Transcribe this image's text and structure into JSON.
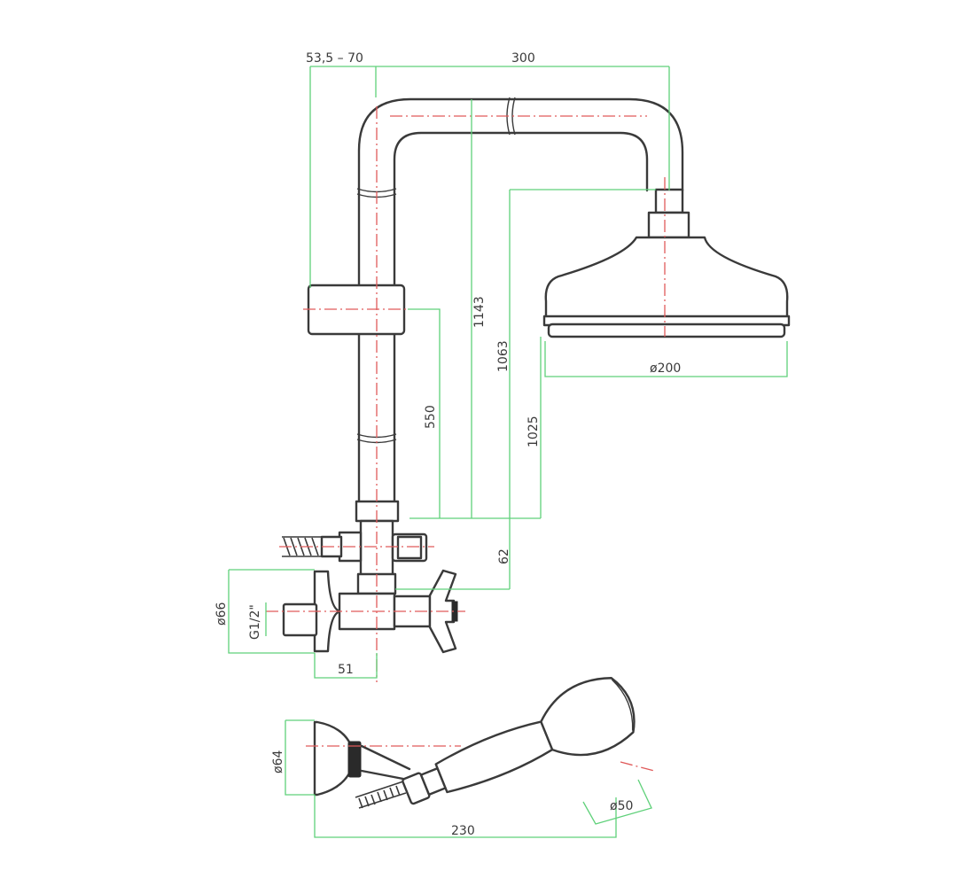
{
  "colors": {
    "dimension_lines": "#5fd17a",
    "center_lines": "#e05a5a",
    "outline": "#3a3a3a"
  },
  "dimensions": {
    "offset_range": "53,5  –  70",
    "arm_length": "300",
    "height_total": "1143",
    "height_head": "1063",
    "height_rim": "1025",
    "slider_height": "550",
    "valve_offset": "62",
    "head_diameter": "ø200",
    "flange_diameter": "ø66",
    "thread": "G1/2\"",
    "wall_depth": "51",
    "holder_diameter": "ø64",
    "hand_shower_length": "230",
    "hand_shower_diameter": "ø50"
  }
}
